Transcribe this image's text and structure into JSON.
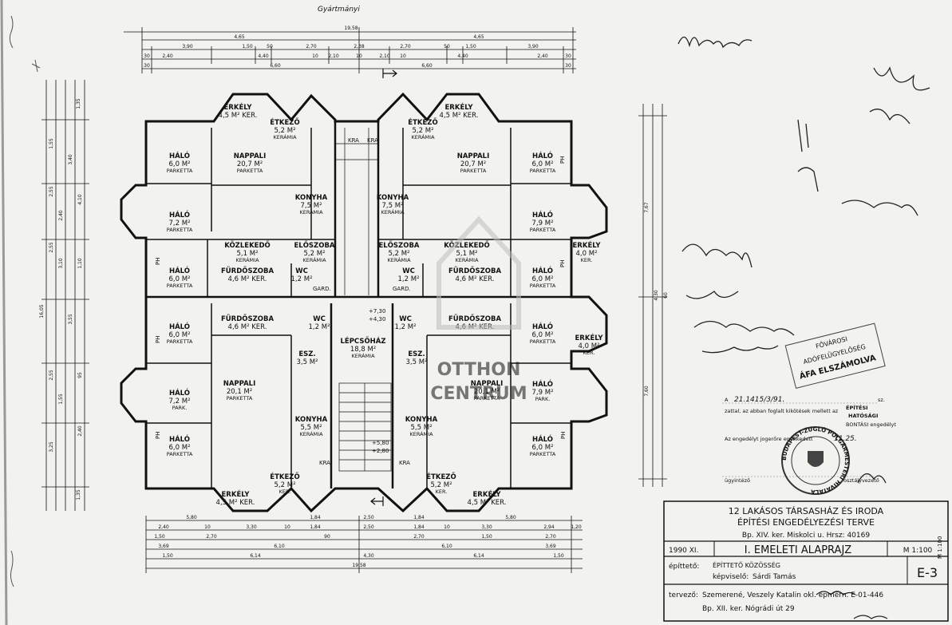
{
  "top_dims": {
    "overall": "19,58",
    "row1": [
      "4,65",
      "4,65"
    ],
    "row2": [
      "3,90",
      "1,50",
      "50",
      "2,70",
      "2,38",
      "2,70",
      "50",
      "1,50",
      "3,90"
    ],
    "row3": [
      "30",
      "2,40",
      "4,40",
      "10",
      "2,10",
      "10",
      "2,10",
      "10",
      "4,40",
      "2,40",
      "30"
    ],
    "row4": [
      "30",
      "6,60",
      "6,60",
      "30"
    ],
    "note": "Gyártmányi "
  },
  "bottom_dims": {
    "row1": [
      "5,80",
      "1,84",
      "2,50",
      "1,84",
      "5,80"
    ],
    "row2": [
      "2,40",
      "10",
      "3,30",
      "10",
      "1,84",
      "2,50",
      "1,84",
      "10",
      "3,30",
      "2,94",
      "1,20"
    ],
    "row3": [
      "1,50",
      "2,70",
      "90",
      "2,70",
      "1,50",
      "2,70"
    ],
    "row4": [
      "3,69",
      "6,10",
      "6,10",
      "3,69"
    ],
    "row5": [
      "1,50",
      "6,14",
      "4,30",
      "6,14",
      "1,50"
    ],
    "overall": "19,58"
  },
  "left_dims": [
    "1,35",
    "1,55",
    "2,55",
    "3,40",
    "4,10",
    "2,40",
    "1,10",
    "3,10",
    "2,55",
    "3,55",
    "2,55",
    "16,05",
    "95",
    "1,55",
    "2,40",
    "3,25",
    "1,35"
  ],
  "right_dims": [
    "7,67",
    "7,60",
    "4,30",
    "60"
  ],
  "rooms": [
    {
      "name": "ERKÉLY",
      "area": "4,5 M² KER."
    },
    {
      "name": "ÉTKEZŐ",
      "area": "5,2 M²",
      "floor": "KERÁMIA"
    },
    {
      "name": "ÉTKEZŐ",
      "area": "5,2 M²",
      "floor": "KERÁMIA"
    },
    {
      "name": "ERKÉLY",
      "area": "4,5 M² KER."
    },
    {
      "name": "HÁLÓ",
      "area": "6,0 M²",
      "floor": "PARKETTA"
    },
    {
      "name": "NAPPALI",
      "area": "20,7 M²",
      "floor": "PARKETTA"
    },
    {
      "name": "NAPPALI",
      "area": "20,7 M²",
      "floor": "PARKETTA"
    },
    {
      "name": "HÁLÓ",
      "area": "6,0 M²",
      "floor": "PARKETTA"
    },
    {
      "name": "KONYHA",
      "area": "7,5 M²",
      "floor": "KERÁMIA"
    },
    {
      "name": "KONYHA",
      "area": "7,5 M²",
      "floor": "KERÁMIA"
    },
    {
      "name": "HÁLÓ",
      "area": "7,2 M²",
      "floor": "PARKETTA"
    },
    {
      "name": "HÁLÓ",
      "area": "7,9 M²",
      "floor": "PARKETTA"
    },
    {
      "name": "KÖZLEKEDŐ",
      "area": "5,1 M²",
      "floor": "KERÁMIA"
    },
    {
      "name": "ELŐSZOBA",
      "area": "5,2 M²",
      "floor": "KERÁMIA"
    },
    {
      "name": "ELŐSZOBA",
      "area": "5,2 M²",
      "floor": "KERÁMIA"
    },
    {
      "name": "KÖZLEKEDŐ",
      "area": "5,1 M²",
      "floor": "KERÁMIA"
    },
    {
      "name": "ERKÉLY",
      "area": "4,0 M²",
      "floor": "KER."
    },
    {
      "name": "HÁLÓ",
      "area": "6,0 M²",
      "floor": "PARKETTA"
    },
    {
      "name": "FÜRDŐSZOBA",
      "area": "4,6 M² KER."
    },
    {
      "name": "WC",
      "area": "1,2 M²"
    },
    {
      "name": "WC",
      "area": "1,2 M²"
    },
    {
      "name": "FÜRDŐSZOBA",
      "area": "4,6 M² KER."
    },
    {
      "name": "HÁLÓ",
      "area": "6,0 M²",
      "floor": "PARKETTA"
    },
    {
      "name": "HÁLÓ",
      "area": "6,0 M²",
      "floor": "PARKETTA"
    },
    {
      "name": "FÜRDŐSZOBA",
      "area": "4,6 M² KER."
    },
    {
      "name": "WC",
      "area": "1,2 M²"
    },
    {
      "name": "LÉPCSŐHÁZ",
      "area": "18,8 M²",
      "floor": "KERÁMIA"
    },
    {
      "name": "WC",
      "area": "1,2 M²"
    },
    {
      "name": "FÜRDŐSZOBA",
      "area": "4,6 M² KER."
    },
    {
      "name": "HÁLÓ",
      "area": "6,0 M²",
      "floor": "PARKETTA"
    },
    {
      "name": "ERKÉLY",
      "area": "4,0 M²",
      "floor": "KER."
    },
    {
      "name": "ESZ.",
      "area": "3,5 M²"
    },
    {
      "name": "ESZ.",
      "area": "3,5 M²"
    },
    {
      "name": "HÁLÓ",
      "area": "7,2 M²",
      "floor": "PARK."
    },
    {
      "name": "NAPPALI",
      "area": "20,1 M²",
      "floor": "PARKETTA"
    },
    {
      "name": "NAPPALI",
      "area": "20,1 M²",
      "floor": "PARKETTA"
    },
    {
      "name": "HÁLÓ",
      "area": "7,9 M²",
      "floor": "PARK."
    },
    {
      "name": "KONYHA",
      "area": "5,5 M²",
      "floor": "KERÁMIA"
    },
    {
      "name": "KONYHA",
      "area": "5,5 M²",
      "floor": "KERÁMIA"
    },
    {
      "name": "HÁLÓ",
      "area": "6,0 M²",
      "floor": "PARKETTA"
    },
    {
      "name": "HÁLÓ",
      "area": "6,0 M²",
      "floor": "PARKETTA"
    },
    {
      "name": "ÉTKEZŐ",
      "area": "5,2 M²",
      "floor": "KER."
    },
    {
      "name": "ÉTKEZŐ",
      "area": "5,2 M²",
      "floor": "KER."
    },
    {
      "name": "ERKÉLY",
      "area": "4,5 M² KER."
    },
    {
      "name": "ERKÉLY",
      "area": "4,5 M² KER."
    }
  ],
  "small_labels": [
    "KRA",
    "KRA",
    "KRA",
    "KRA",
    "GARD.",
    "GARD.",
    "PH",
    "PH",
    "PH",
    "PH",
    "PH",
    "PH"
  ],
  "levels": {
    "upper": [
      "+7,30",
      "+4,30"
    ],
    "lower": [
      "+5,80",
      "+2,80"
    ]
  },
  "title_block": {
    "line1": "12 LAKÁSOS TÁRSASHÁZ ÉS IRODA",
    "line2": "ÉPÍTÉSI ENGEDÉLYEZÉSI TERVE",
    "line3": "Bp. XIV. ker. Miskolci u.  Hrsz: 40169",
    "year": "1990 XI.",
    "drawing_title": "I. EMELETI ALAPRAJZ",
    "scale": "M 1:100",
    "builder_label": "építtető:",
    "builder": "ÉPÍTTETŐ KÖZÖSSÉG",
    "rep_label": "képviselő:",
    "rep": "Sárdi Tamás",
    "sheet": "E-3",
    "designer_label": "tervező:",
    "designer": "Szemerené, Veszely Katalin okl. épmérn. E-01-446",
    "address": "Bp. XII. ker. Nógrádi út 29"
  },
  "approval_stamp": {
    "line1_prefix": "A",
    "line1_number": "21.1415/3/91.",
    "line1_rest": "sz.",
    "line2": "zattal, az abban foglalt kikötések mellett az",
    "line2b": "ÉPÍTÉSI",
    "line2c": "HATÓSÁGI",
    "line3": "BONTÁSI engedélyt",
    "line4": "Az engedélyt jogerőre emelkedett",
    "line4_date": "11.25.",
    "line5_left": "ügyintéző",
    "line5_right": "osztályvezető"
  },
  "round_stamp": "BUDAPEST-ZUGLÓ POLGÁRMESTERI HIVATALA",
  "tax_stamp": [
    "FŐVÁROSI",
    "ADÓFELÜGYELŐSÉG",
    "ÁFA ELSZÁMOLVA"
  ],
  "watermark": {
    "title": "OTTHON",
    "subtitle": "CENTRUM"
  },
  "colors": {
    "paper": "#f2f2ef",
    "ink": "#111111",
    "stamp": "#333333",
    "watermark": "#bdbdbd"
  }
}
